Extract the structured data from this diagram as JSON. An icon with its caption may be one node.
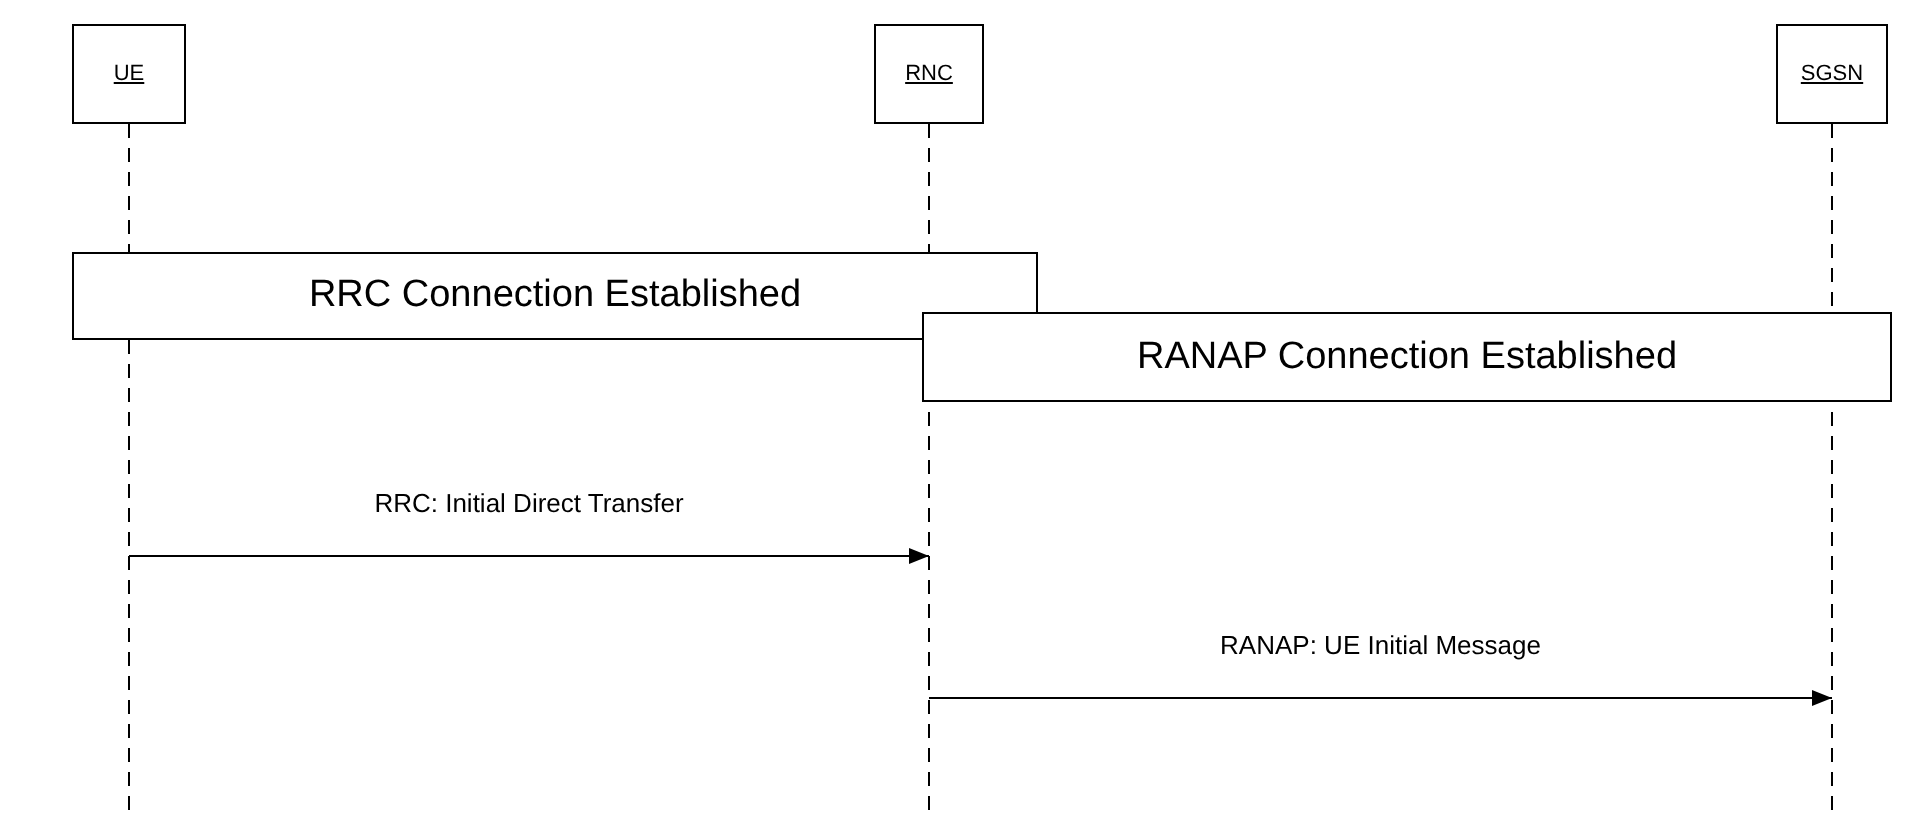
{
  "diagram": {
    "nodes": [
      {
        "text": [
          "UE"
        ]
      },
      {
        "text": [
          "RNC"
        ]
      },
      {
        "text": [
          "SGSN"
        ]
      },
      {
        "text": [
          "RRC Connection Established"
        ]
      },
      {
        "text": [
          "RANAP Connection Established"
        ]
      }
    ],
    "edges": [
      {
        "from": 0,
        "to": 1,
        "arrow": "to",
        "label": "RRC: Initial Direct Transfer"
      },
      {
        "from": 1,
        "to": 2,
        "arrow": "to",
        "label": "RANAP: UE Initial Message"
      }
    ]
  }
}
